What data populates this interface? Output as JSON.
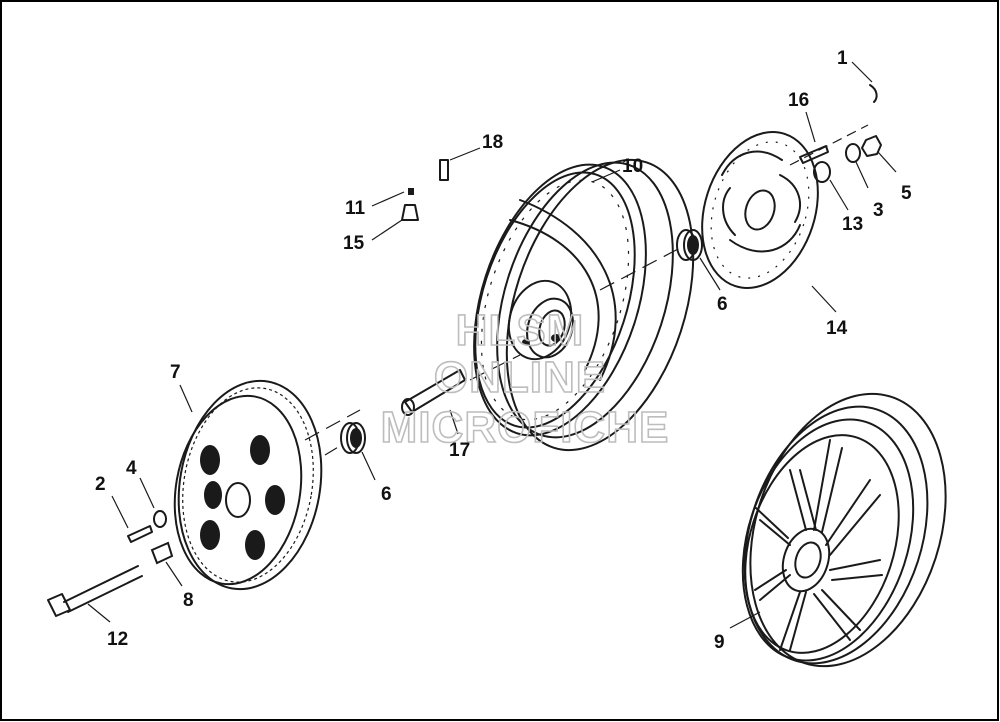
{
  "callouts": {
    "c1": "1",
    "c2": "2",
    "c3": "3",
    "c4": "4",
    "c5": "5",
    "c6a": "6",
    "c6b": "6",
    "c7": "7",
    "c8": "8",
    "c9": "9",
    "c10": "10",
    "c11": "11",
    "c12": "12",
    "c13": "13",
    "c14": "14",
    "c15": "15",
    "c16": "16",
    "c17": "17",
    "c18": "18"
  },
  "watermark": {
    "line1": "HLSM",
    "line2": "ONLINE",
    "line3": "MICROFICHE"
  },
  "colors": {
    "ink": "#1a1a1a",
    "background": "#ffffff",
    "watermark": "#bdbdbd"
  }
}
